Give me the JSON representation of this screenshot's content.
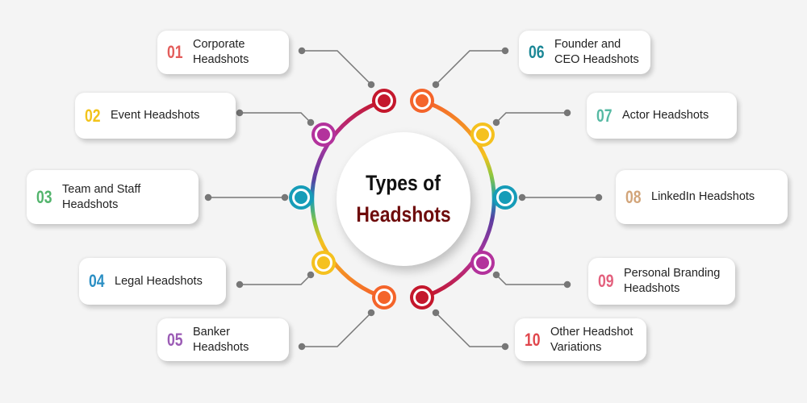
{
  "title": {
    "line1": "Types of",
    "line2": "Headshots"
  },
  "items": [
    {
      "num": "01",
      "label": "Corporate\nHeadshots",
      "color": "#e35d5b"
    },
    {
      "num": "02",
      "label": "Event Headshots",
      "color": "#f2c31b"
    },
    {
      "num": "03",
      "label": "Team and Staff\nHeadshots",
      "color": "#52b46c"
    },
    {
      "num": "04",
      "label": "Legal Headshots",
      "color": "#2b8fc4"
    },
    {
      "num": "05",
      "label": "Banker\nHeadshots",
      "color": "#9b5bb5"
    },
    {
      "num": "06",
      "label": "Founder and\nCEO Headshots",
      "color": "#1b8796"
    },
    {
      "num": "07",
      "label": "Actor Headshots",
      "color": "#56b9a3"
    },
    {
      "num": "08",
      "label": "LinkedIn Headshots",
      "color": "#d2a57a"
    },
    {
      "num": "09",
      "label": "Personal Branding\nHeadshots",
      "color": "#e3607d"
    },
    {
      "num": "10",
      "label": "Other Headshot\nVariations",
      "color": "#e0464c"
    }
  ],
  "node_colors": [
    "#c4172c",
    "#b3329c",
    "#169cb8",
    "#f5c11f",
    "#f4642a",
    "#f4642a",
    "#f5c11f",
    "#169cb8",
    "#b3329c",
    "#c4172c"
  ]
}
